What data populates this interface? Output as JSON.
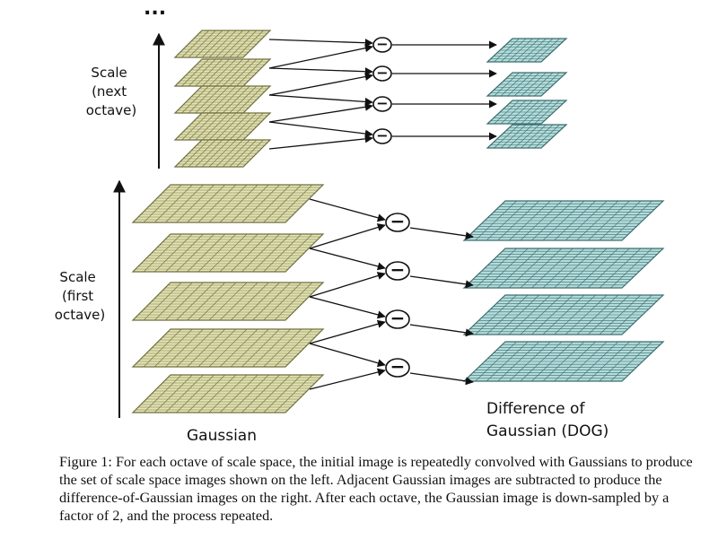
{
  "diagram": {
    "dots": "...",
    "next_octave_label": [
      "Scale",
      "(next",
      "octave)"
    ],
    "first_octave_label": [
      "Scale",
      "(first",
      "octave)"
    ],
    "gaussian_label": "Gaussian",
    "dog_label": [
      "Difference of",
      "Gaussian (DOG)"
    ],
    "subtract_symbol": "−",
    "colors": {
      "gaussian_fill": "#e4e4b4",
      "gaussian_grid": "#6d6d3c",
      "dog_fill": "#b4dcdc",
      "dog_grid": "#3c6d6d",
      "ink": "#111111"
    }
  },
  "caption": "Figure 1: For each octave of scale space, the initial image is repeatedly convolved with Gaussians to produce the set of scale space images shown on the left. Adjacent Gaussian images are subtracted to produce the difference-of-Gaussian images on the right. After each octave, the Gaussian image is down-sampled by a factor of 2, and the process repeated."
}
